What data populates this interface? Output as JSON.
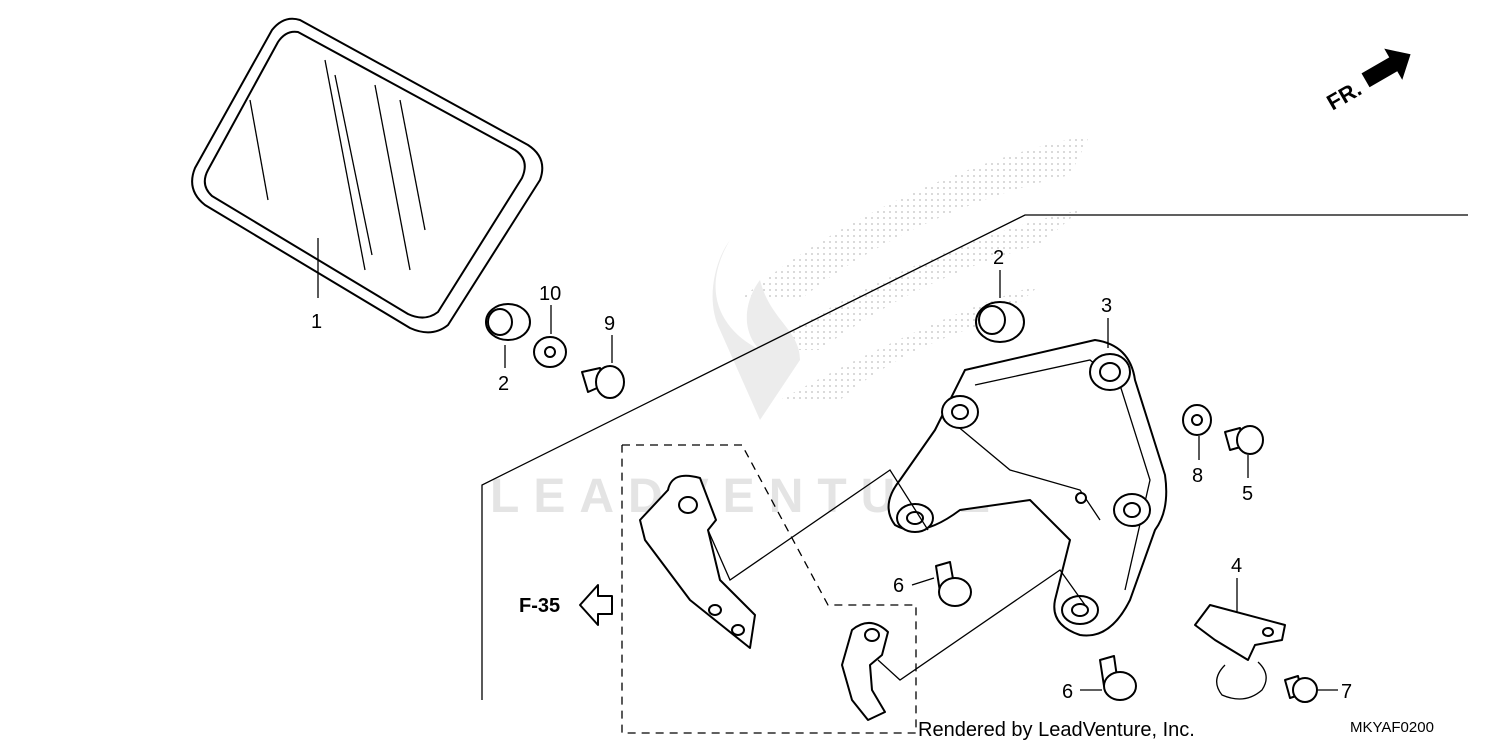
{
  "diagram": {
    "callouts": [
      {
        "id": "c1",
        "label": "1"
      },
      {
        "id": "c2a",
        "label": "2"
      },
      {
        "id": "c2b",
        "label": "2"
      },
      {
        "id": "c3",
        "label": "3"
      },
      {
        "id": "c4",
        "label": "4"
      },
      {
        "id": "c5",
        "label": "5"
      },
      {
        "id": "c6a",
        "label": "6"
      },
      {
        "id": "c6b",
        "label": "6"
      },
      {
        "id": "c7",
        "label": "7"
      },
      {
        "id": "c8",
        "label": "8"
      },
      {
        "id": "c9",
        "label": "9"
      },
      {
        "id": "c10",
        "label": "10"
      }
    ],
    "reference_label": "F-35",
    "direction_label": "FR.",
    "watermark_text": "LEADVENTURE",
    "credit": "Rendered by LeadVenture, Inc.",
    "diagram_code": "MKYAF0200",
    "colors": {
      "line": "#000000",
      "background": "#ffffff",
      "watermark": "#dddddd"
    }
  }
}
